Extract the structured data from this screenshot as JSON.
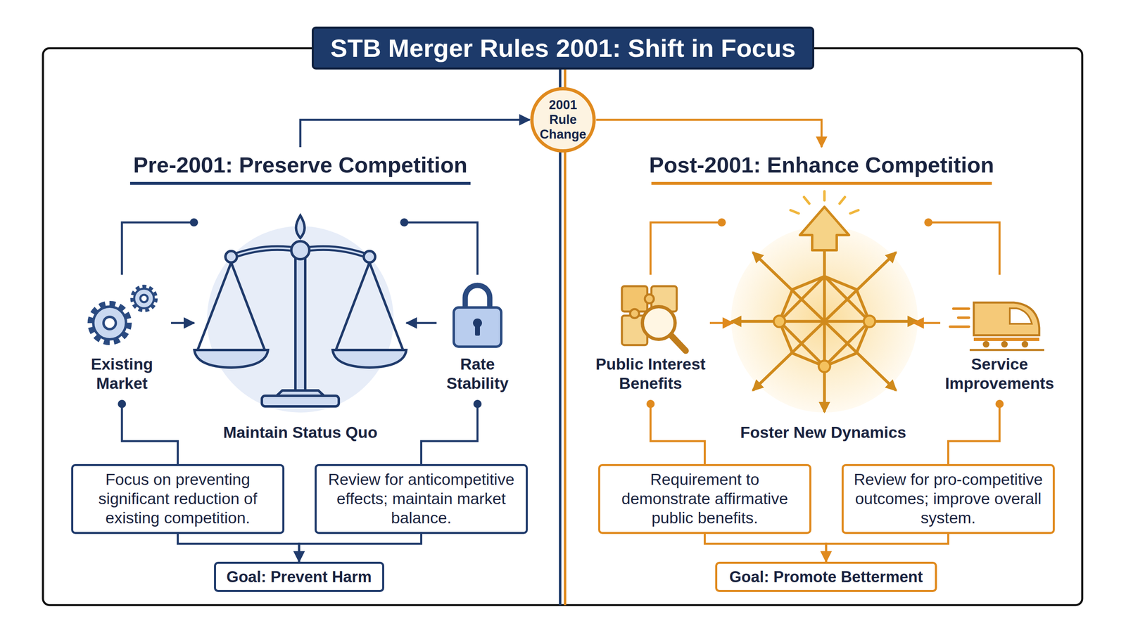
{
  "diagram": {
    "title": "STB Merger Rules 2001: Shift in Focus",
    "nodes": [
      {
        "text": [
          "Pre-2001: Preserve Competition"
        ]
      },
      {
        "text": [
          "2001 Rule Change"
        ]
      },
      {
        "text": [
          "Post-2001: Enhance Competition"
        ]
      },
      {
        "text": [
          "Existing Market"
        ]
      },
      {
        "text": [
          "Maintain Status Quo"
        ]
      },
      {
        "text": [
          "Rate Stability"
        ]
      },
      {
        "text": [
          "Focus on preventing significant reduction of existing competition."
        ]
      },
      {
        "text": [
          "Review for anticompetitive effects; maintain market balance."
        ]
      },
      {
        "text": [
          "Goal: Prevent Harm"
        ]
      },
      {
        "text": [
          "Public Interest Benefits"
        ]
      },
      {
        "text": [
          "Foster New Dynamics"
        ]
      },
      {
        "text": [
          "Service Improvements"
        ]
      },
      {
        "text": [
          "Requirement to demonstrate affirmative public benefits."
        ]
      },
      {
        "text": [
          "Review for pro-competitive outcomes; improve overall system."
        ]
      },
      {
        "text": [
          "Goal: Promote Betterment"
        ]
      }
    ],
    "edges": [
      {
        "from": 0,
        "to": 1,
        "arrow": "to"
      },
      {
        "from": 1,
        "to": 2,
        "arrow": "to"
      },
      {
        "from": 3,
        "to": 4,
        "arrow": "to"
      },
      {
        "from": 5,
        "to": 4,
        "arrow": "to"
      },
      {
        "from": 3,
        "to": 6,
        "arrow": "none"
      },
      {
        "from": 5,
        "to": 7,
        "arrow": "none"
      },
      {
        "from": 6,
        "to": 8,
        "arrow": "to"
      },
      {
        "from": 7,
        "to": 8,
        "arrow": "to"
      },
      {
        "from": 9,
        "to": 10,
        "arrow": "to"
      },
      {
        "from": 11,
        "to": 10,
        "arrow": "to"
      },
      {
        "from": 9,
        "to": 12,
        "arrow": "none"
      },
      {
        "from": 11,
        "to": 13,
        "arrow": "none"
      },
      {
        "from": 12,
        "to": 14,
        "arrow": "to"
      },
      {
        "from": 13,
        "to": 14,
        "arrow": "to"
      }
    ]
  }
}
